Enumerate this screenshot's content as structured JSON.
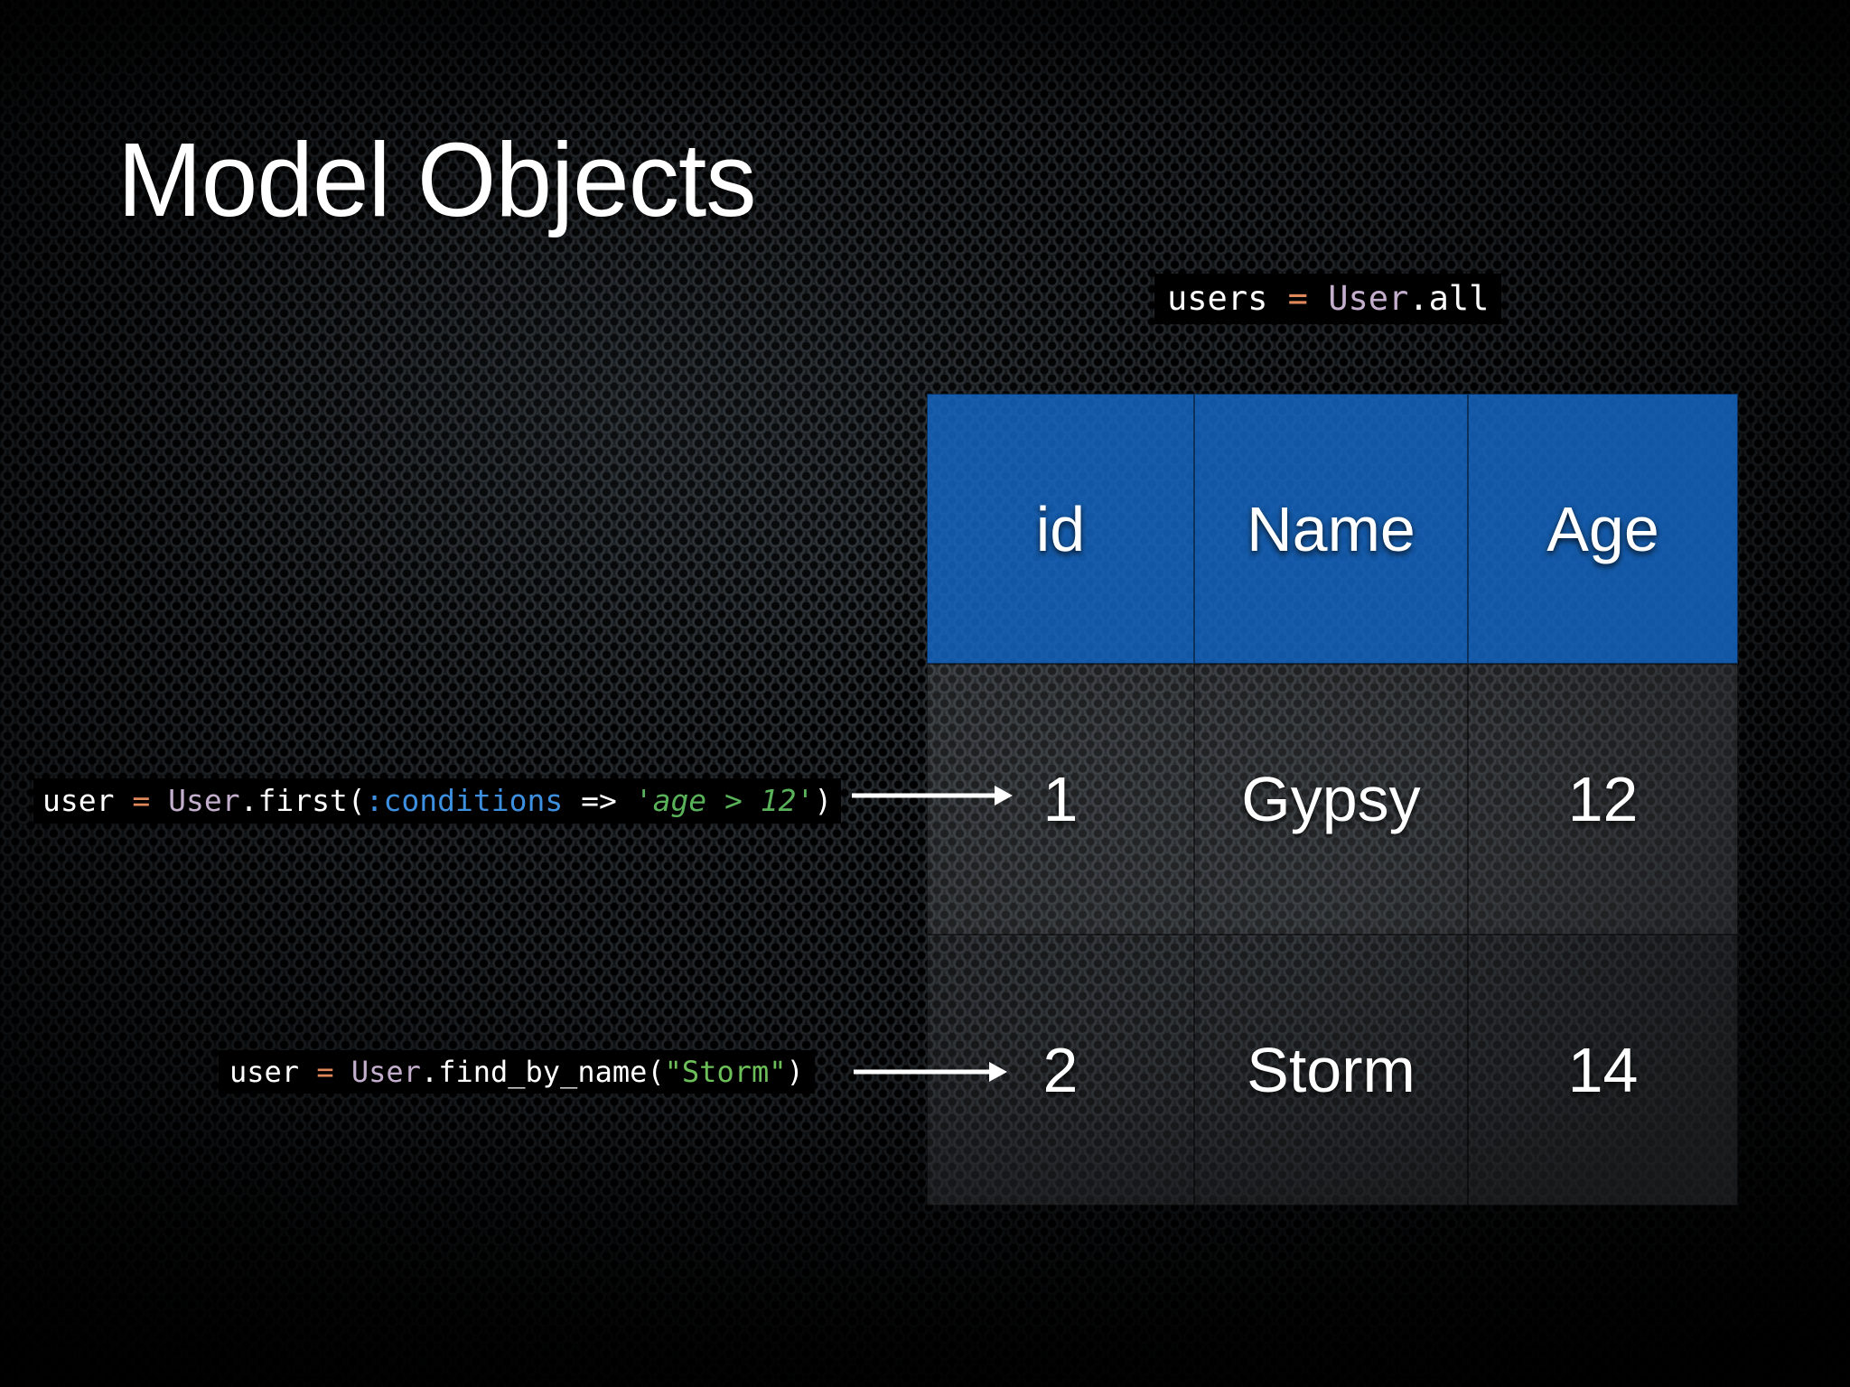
{
  "slide": {
    "title": "Model Objects",
    "background": {
      "base_color": "#0d1013",
      "texture": "perforated-metal-mesh"
    }
  },
  "code_snippets": [
    {
      "id": "users-all",
      "full_text": "users = User.all",
      "tokens": [
        {
          "text": "users",
          "type": "plain"
        },
        {
          "text": " ",
          "type": "plain"
        },
        {
          "text": "=",
          "type": "op"
        },
        {
          "text": " ",
          "type": "plain"
        },
        {
          "text": "User",
          "type": "const"
        },
        {
          "text": ".all",
          "type": "plain"
        }
      ]
    },
    {
      "id": "first-conditions",
      "full_text": "user = User.first(:conditions => 'age > 12')",
      "tokens": [
        {
          "text": "user",
          "type": "plain"
        },
        {
          "text": " ",
          "type": "plain"
        },
        {
          "text": "=",
          "type": "op"
        },
        {
          "text": " ",
          "type": "plain"
        },
        {
          "text": "User",
          "type": "const"
        },
        {
          "text": ".first(",
          "type": "plain"
        },
        {
          "text": ":conditions",
          "type": "symbol"
        },
        {
          "text": " => ",
          "type": "plain"
        },
        {
          "text": "'age > 12'",
          "type": "string"
        },
        {
          "text": ")",
          "type": "plain"
        }
      ]
    },
    {
      "id": "find-by-name",
      "full_text": "user = User.find_by_name(\"Storm\")",
      "tokens": [
        {
          "text": "user",
          "type": "plain"
        },
        {
          "text": " ",
          "type": "plain"
        },
        {
          "text": "=",
          "type": "op"
        },
        {
          "text": " ",
          "type": "plain"
        },
        {
          "text": "User",
          "type": "const"
        },
        {
          "text": ".find_by_name(",
          "type": "plain"
        },
        {
          "text": "\"Storm\"",
          "type": "string-plain"
        },
        {
          "text": ")",
          "type": "plain"
        }
      ]
    }
  ],
  "table": {
    "header_color": "#1565c0",
    "columns": [
      "id",
      "Name",
      "Age"
    ],
    "rows": [
      {
        "id": "1",
        "Name": "Gypsy",
        "Age": "12"
      },
      {
        "id": "2",
        "Name": "Storm",
        "Age": "14"
      }
    ]
  },
  "arrows": [
    {
      "id": "arrow-first",
      "from": "first-conditions",
      "to": "row-1",
      "color": "#ffffff"
    },
    {
      "id": "arrow-find",
      "from": "find-by-name",
      "to": "row-2",
      "color": "#ffffff"
    }
  ],
  "colors": {
    "token_plain": "#ffffff",
    "token_operator": "#e0885a",
    "token_constant": "#c4aecd",
    "token_symbol": "#3d8fe0",
    "token_string": "#59b259",
    "table_header": "#1565c0"
  }
}
